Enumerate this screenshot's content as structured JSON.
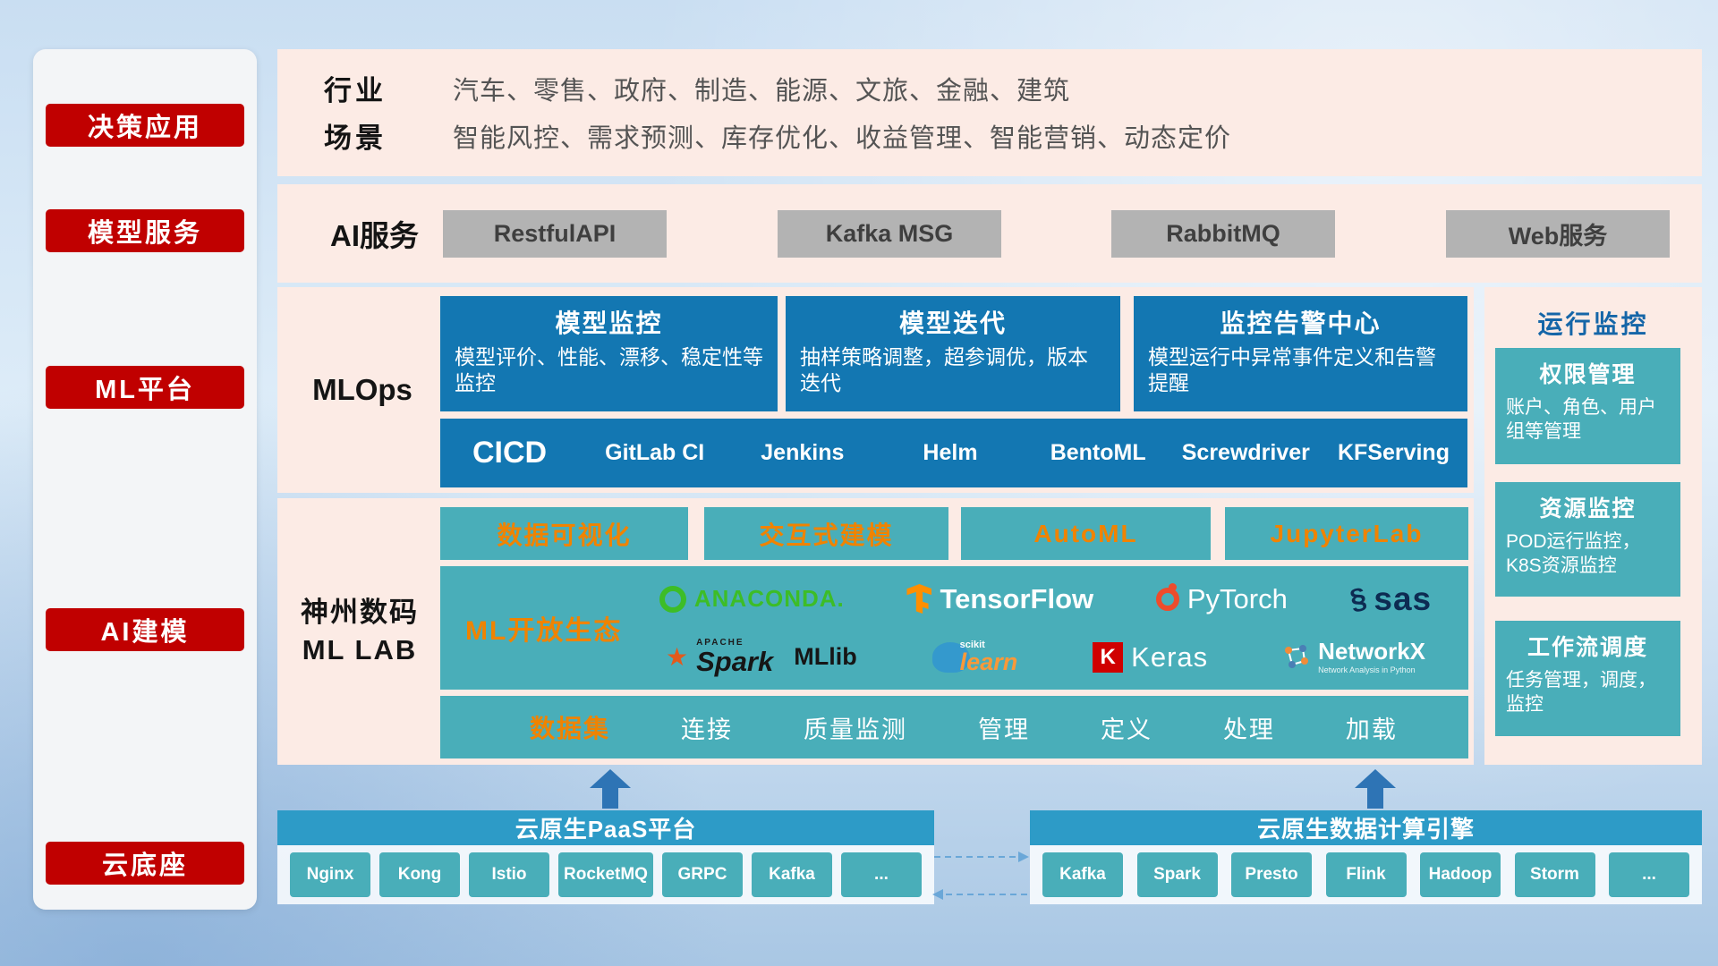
{
  "colors": {
    "red": "#c00000",
    "panel-pink": "#fcebe5",
    "card-blue": "#1377b2",
    "teal": "#49aeb9",
    "accent-orange": "#f08300",
    "gray-button": "#b3b3b3",
    "bar-blue": "#2d9bc7",
    "arrow-blue": "#2e74b5",
    "monitor-title-blue": "#1566a8"
  },
  "sidebar": {
    "items": [
      {
        "label": "决策应用"
      },
      {
        "label": "模型服务"
      },
      {
        "label": "ML平台"
      },
      {
        "label": "AI建模"
      },
      {
        "label": "云底座"
      }
    ]
  },
  "industry": {
    "rows": [
      {
        "label": "行业",
        "content": "汽车、零售、政府、制造、能源、文旅、金融、建筑"
      },
      {
        "label": "场景",
        "content": "智能风控、需求预测、库存优化、收益管理、智能营销、动态定价"
      }
    ]
  },
  "ai_service": {
    "label": "AI服务",
    "buttons": [
      "RestfulAPI",
      "Kafka MSG",
      "RabbitMQ",
      "Web服务"
    ]
  },
  "mlops": {
    "label": "MLOps",
    "cards": [
      {
        "title": "模型监控",
        "desc": "模型评价、性能、漂移、稳定性等监控"
      },
      {
        "title": "模型迭代",
        "desc": "抽样策略调整，超参调优，版本迭代"
      },
      {
        "title": "监控告警中心",
        "desc": "模型运行中异常事件定义和告警提醒"
      }
    ],
    "cicd_label": "CICD",
    "cicd_items": [
      "GitLab CI",
      "Jenkins",
      "Helm",
      "BentoML",
      "Screwdriver",
      "KFServing"
    ]
  },
  "monitor": {
    "title": "运行监控",
    "cards": [
      {
        "title": "权限管理",
        "desc": "账户、角色、用户组等管理"
      },
      {
        "title": "资源监控",
        "desc": "POD运行监控，K8S资源监控"
      },
      {
        "title": "工作流调度",
        "desc": "任务管理，调度，监控"
      }
    ]
  },
  "mllab": {
    "label_line1": "神州数码",
    "label_line2": "ML LAB",
    "top_buttons": [
      "数据可视化",
      "交互式建模",
      "AutoML",
      "JupyterLab"
    ],
    "ecosystem_label": "ML开放生态",
    "logos": {
      "anaconda": {
        "text": "ANACONDA."
      },
      "tensorflow": {
        "text": "TensorFlow"
      },
      "pytorch": {
        "text": "PyTorch"
      },
      "sas": {
        "text": "sas"
      },
      "spark": {
        "apache": "APACHE",
        "text": "Spark",
        "mllib": "MLlib"
      },
      "sklearn": {
        "top": "scikit",
        "text": "learn"
      },
      "keras": {
        "k": "K",
        "text": "Keras"
      },
      "networkx": {
        "text": "NetworkX",
        "subtitle": "Network Analysis in Python"
      }
    },
    "dataset_label": "数据集",
    "dataset_items": [
      "连接",
      "质量监测",
      "管理",
      "定义",
      "处理",
      "加载"
    ]
  },
  "bottom": {
    "paas": {
      "title": "云原生PaaS平台",
      "items": [
        "Nginx",
        "Kong",
        "Istio",
        "RocketMQ",
        "GRPC",
        "Kafka",
        "..."
      ]
    },
    "engine": {
      "title": "云原生数据计算引擎",
      "items": [
        "Kafka",
        "Spark",
        "Presto",
        "Flink",
        "Hadoop",
        "Storm",
        "..."
      ]
    }
  }
}
